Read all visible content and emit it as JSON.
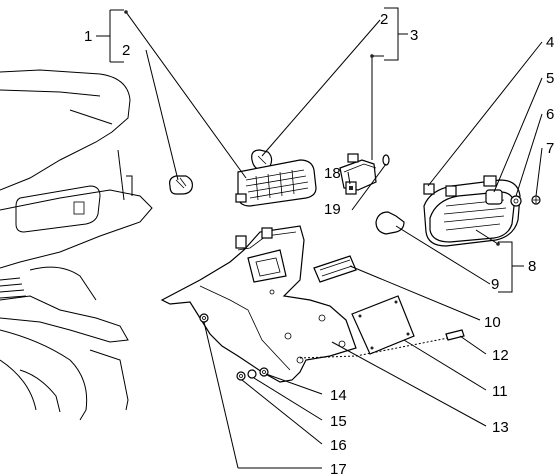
{
  "callouts": [
    {
      "id": "c1",
      "text": "1"
    },
    {
      "id": "c2a",
      "text": "2"
    },
    {
      "id": "c2b",
      "text": "2"
    },
    {
      "id": "c3",
      "text": "3"
    },
    {
      "id": "c4",
      "text": "4"
    },
    {
      "id": "c5",
      "text": "5"
    },
    {
      "id": "c6",
      "text": "6"
    },
    {
      "id": "c7",
      "text": "7"
    },
    {
      "id": "c8",
      "text": "8"
    },
    {
      "id": "c9",
      "text": "9"
    },
    {
      "id": "c10",
      "text": "10"
    },
    {
      "id": "c11",
      "text": "11"
    },
    {
      "id": "c12",
      "text": "12"
    },
    {
      "id": "c13",
      "text": "13"
    },
    {
      "id": "c14",
      "text": "14"
    },
    {
      "id": "c15",
      "text": "15"
    },
    {
      "id": "c16",
      "text": "16"
    },
    {
      "id": "c17",
      "text": "17"
    },
    {
      "id": "c18",
      "text": "18"
    },
    {
      "id": "c19",
      "text": "19"
    }
  ]
}
